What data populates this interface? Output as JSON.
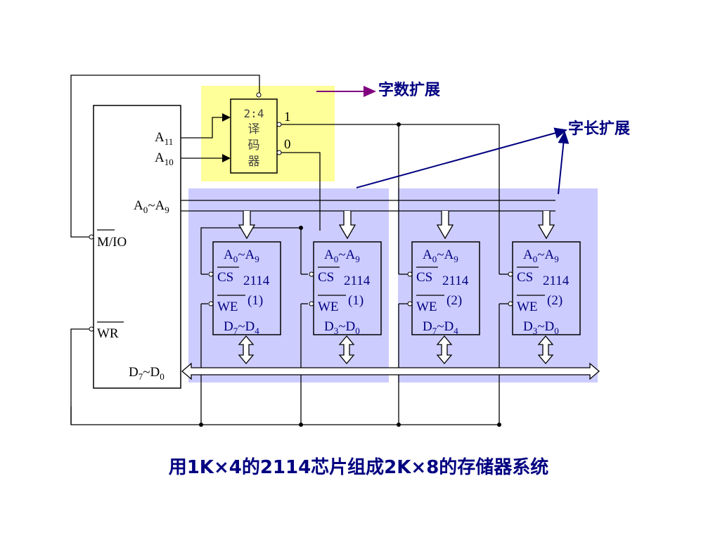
{
  "annotations": {
    "word_count_expansion": "字数扩展",
    "word_length_expansion": "字长扩展"
  },
  "decoder": {
    "label_line1": "2:4",
    "label_line2": "译",
    "label_line3": "码",
    "label_line4": "器",
    "output_1": "1",
    "output_0": "0"
  },
  "cpu": {
    "a11": "A",
    "a11_sub": "11",
    "a10": "A",
    "a10_sub": "10",
    "addr_a0": "A",
    "addr_a0_sub": "0",
    "addr_tilde": "~A",
    "addr_a9_sub": "9",
    "mio": "M/IO",
    "wr": "WR",
    "data_d7": "D",
    "data_d7_sub": "7",
    "data_tilde": "~D",
    "data_d0_sub": "0"
  },
  "chips": [
    {
      "addr": "A0~A9",
      "cs": "CS",
      "model": "2114",
      "we": "WE",
      "group": "(1)",
      "data": "D7~D4"
    },
    {
      "addr": "A0~A9",
      "cs": "CS",
      "model": "2114",
      "we": "WE",
      "group": "(1)",
      "data": "D3~D0"
    },
    {
      "addr": "A0~A9",
      "cs": "CS",
      "model": "2114",
      "we": "WE",
      "group": "(2)",
      "data": "D7~D4"
    },
    {
      "addr": "A0~A9",
      "cs": "CS",
      "model": "2114",
      "we": "WE",
      "group": "(2)",
      "data": "D3~D0"
    }
  ],
  "caption": "用1K×4的2114芯片组成2K×8的存储器系统",
  "colors": {
    "decoder_highlight": "#ffff99",
    "group_highlight": "#ccccff",
    "purple_arrow": "#800080",
    "navy_arrow": "#000080",
    "caption_color": "#000080",
    "chip_text": "#000080"
  }
}
